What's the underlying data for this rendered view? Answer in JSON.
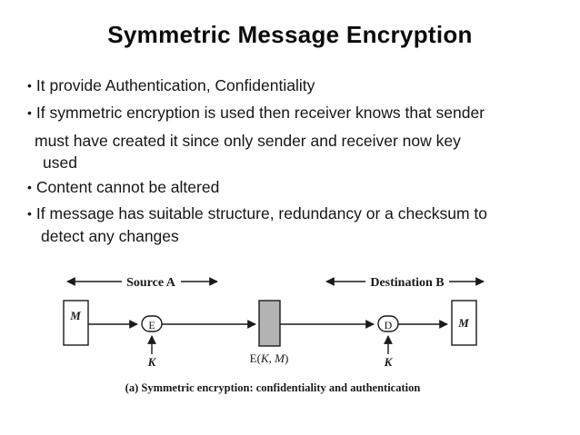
{
  "slide": {
    "title": "Symmetric Message Encryption",
    "bullet_char": "•",
    "lines": [
      {
        "text": "It provide Authentication, Confidentiality",
        "bullet": true
      },
      {
        "text": "If symmetric encryption is used then receiver knows that sender",
        "bullet": true
      },
      {
        "text": "must have created it since only sender and receiver now key",
        "bullet": false
      },
      {
        "text": "used",
        "bullet": false
      },
      {
        "text": "Content cannot be altered",
        "bullet": true
      },
      {
        "text": "If message has suitable structure, redundancy or a checksum to",
        "bullet": true
      },
      {
        "text": "detect any changes",
        "bullet": false
      }
    ]
  },
  "diagram": {
    "source_label": "Source A",
    "destination_label": "Destination B",
    "message_left": "M",
    "message_right": "M",
    "encrypt_node": "E",
    "decrypt_node": "D",
    "key_left": "K",
    "key_right": "K",
    "ciphertext_prefix": "E(",
    "ciphertext_k": "K",
    "ciphertext_sep": ", ",
    "ciphertext_m": "M",
    "ciphertext_suffix": ")",
    "caption": "(a) Symmetric encryption: confidentiality and authentication",
    "colors": {
      "line": "#1a1a1a",
      "ciphertext_fill": "#b3b3b3",
      "box_fill": "#ffffff"
    }
  }
}
